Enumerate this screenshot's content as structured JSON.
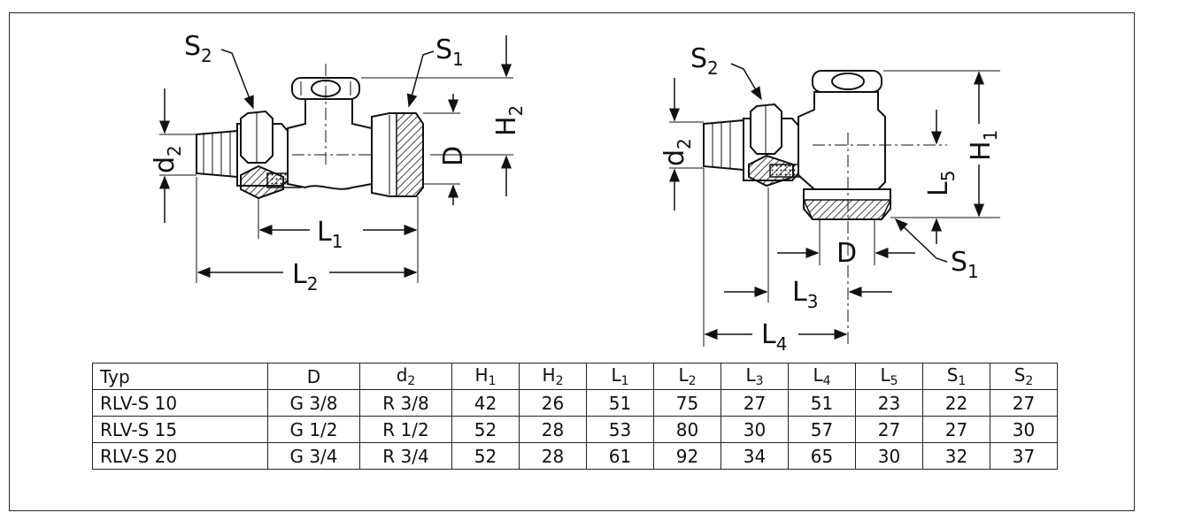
{
  "diagram": {
    "straight_valve": {
      "labels": {
        "s2": {
          "main": "S",
          "sub": "2"
        },
        "s1": {
          "main": "S",
          "sub": "1"
        },
        "h2": {
          "main": "H",
          "sub": "2"
        },
        "d": {
          "main": "D"
        },
        "d2": {
          "main": "d",
          "sub": "2"
        },
        "l1": {
          "main": "L",
          "sub": "1"
        },
        "l2": {
          "main": "L",
          "sub": "2"
        }
      }
    },
    "angle_valve": {
      "labels": {
        "s2": {
          "main": "S",
          "sub": "2"
        },
        "d2": {
          "main": "d",
          "sub": "2"
        },
        "h1": {
          "main": "H",
          "sub": "1"
        },
        "l5": {
          "main": "L",
          "sub": "5"
        },
        "d": {
          "main": "D"
        },
        "s1": {
          "main": "S",
          "sub": "1"
        },
        "l3": {
          "main": "L",
          "sub": "3"
        },
        "l4": {
          "main": "L",
          "sub": "4"
        }
      }
    }
  },
  "table": {
    "headers": [
      {
        "main": "Typ",
        "sub": ""
      },
      {
        "main": "D",
        "sub": ""
      },
      {
        "main": "d",
        "sub": "2"
      },
      {
        "main": "H",
        "sub": "1"
      },
      {
        "main": "H",
        "sub": "2"
      },
      {
        "main": "L",
        "sub": "1"
      },
      {
        "main": "L",
        "sub": "2"
      },
      {
        "main": "L",
        "sub": "3"
      },
      {
        "main": "L",
        "sub": "4"
      },
      {
        "main": "L",
        "sub": "5"
      },
      {
        "main": "S",
        "sub": "1"
      },
      {
        "main": "S",
        "sub": "2"
      }
    ],
    "rows": [
      [
        "RLV-S 10",
        "G 3/8",
        "R 3/8",
        "42",
        "26",
        "51",
        "75",
        "27",
        "51",
        "23",
        "22",
        "27"
      ],
      [
        "RLV-S 15",
        "G 1/2",
        "R 1/2",
        "52",
        "28",
        "53",
        "80",
        "30",
        "57",
        "27",
        "27",
        "30"
      ],
      [
        "RLV-S 20",
        "G 3/4",
        "R 3/4",
        "52",
        "28",
        "61",
        "92",
        "34",
        "65",
        "30",
        "32",
        "37"
      ]
    ]
  }
}
